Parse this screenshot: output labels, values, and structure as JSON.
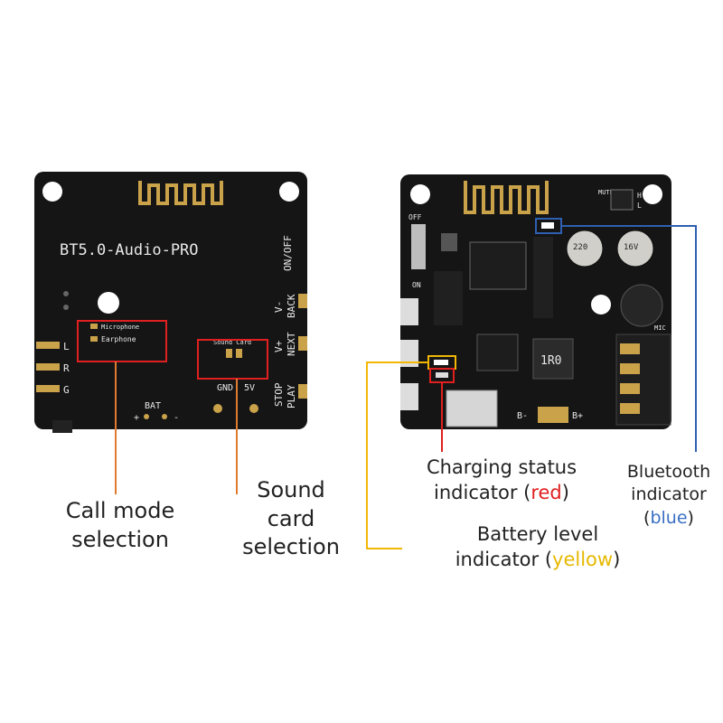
{
  "left_board": {
    "title": "BT5.0-Audio-PRO",
    "pins_left": [
      "L",
      "R",
      "G"
    ],
    "switch_labels": [
      "ON/OFF",
      "V-",
      "BACK",
      "V+",
      "NEXT",
      "STOP",
      "PLAY"
    ],
    "call_mode_options": [
      "Microphone",
      "Earphone"
    ],
    "sound_card_label": "Sound Card",
    "power_labels": [
      "GND",
      "5V"
    ],
    "bat_label": "BAT",
    "bat_polarity": [
      "+",
      "-"
    ]
  },
  "right_board": {
    "switch_labels": [
      "OFF",
      "ON"
    ],
    "mute_label": "MUTE",
    "hl_labels": [
      "H",
      "L"
    ],
    "mic_label": "MIC",
    "inductor_label": "1R0",
    "capacitor_labels": [
      "220",
      "16V"
    ],
    "battery_pads": [
      "B-",
      "B+"
    ]
  },
  "callouts": {
    "call_mode": [
      "Call mode",
      "selection"
    ],
    "sound_card": [
      "Sound",
      "card",
      "selection"
    ],
    "charging_status": {
      "line1": "Charging status",
      "line2_text": "indicator (",
      "color_word": "red",
      "line2_end": ")"
    },
    "battery_level": {
      "line1": "Battery level",
      "line2_text": "indicator (",
      "color_word": "yellow",
      "line2_end": ")"
    },
    "bluetooth": {
      "line1": "Bluetooth",
      "line2": "indicator",
      "open": "(",
      "color_word": "blue",
      "close": ")"
    }
  },
  "colors": {
    "highlight_red": "#e02020",
    "leader_orange": "#e07a30",
    "leader_yellow": "#f2b705",
    "leader_blue": "#2f5fb0",
    "antenna_gold": "#c9a24a",
    "pcb_black": "#141414"
  }
}
